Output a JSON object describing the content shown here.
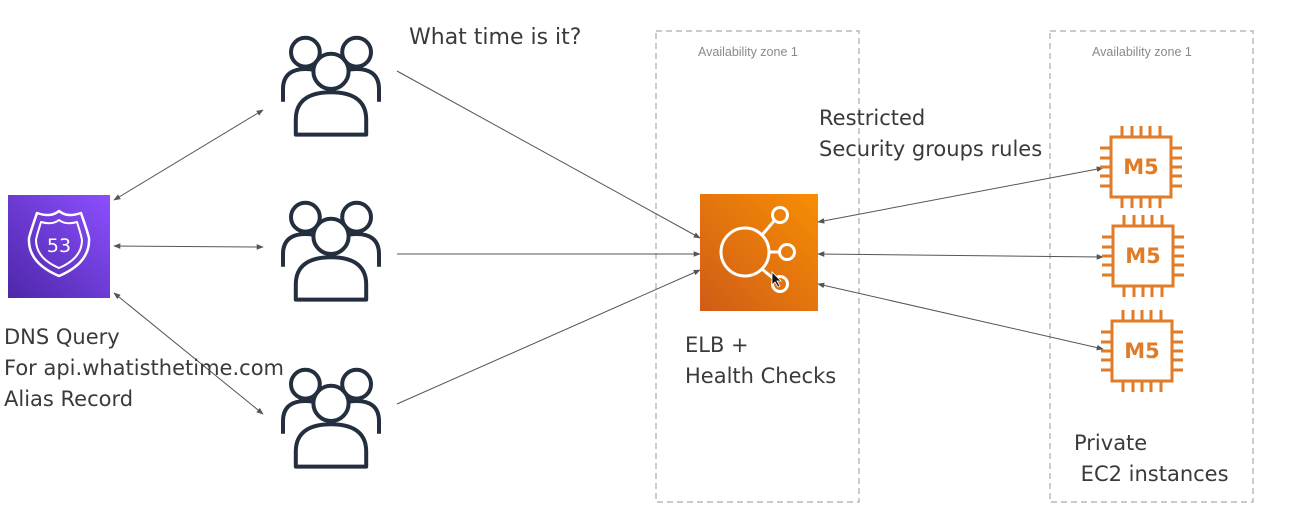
{
  "question_label": "What time is it?",
  "availability_zones": [
    {
      "label": "Availability zone 1"
    },
    {
      "label": "Availability zone 1"
    }
  ],
  "dns_label": "DNS Query\nFor api.whatisthetime.com\nAlias Record",
  "route53_icon_text": "53",
  "security_label": "Restricted\nSecurity groups rules",
  "elb_label": "ELB +\nHealth Checks",
  "private_label": "Private\n EC2 instances",
  "instances": [
    {
      "label": "M5"
    },
    {
      "label": "M5"
    },
    {
      "label": "M5"
    }
  ],
  "colors": {
    "route53_gradient": [
      "#8c4fff",
      "#4d27a8"
    ],
    "elb_gradient": [
      "#f78e04",
      "#d05c17"
    ],
    "ec2_orange": "#e07b27",
    "users_stroke": "#232f3e"
  }
}
